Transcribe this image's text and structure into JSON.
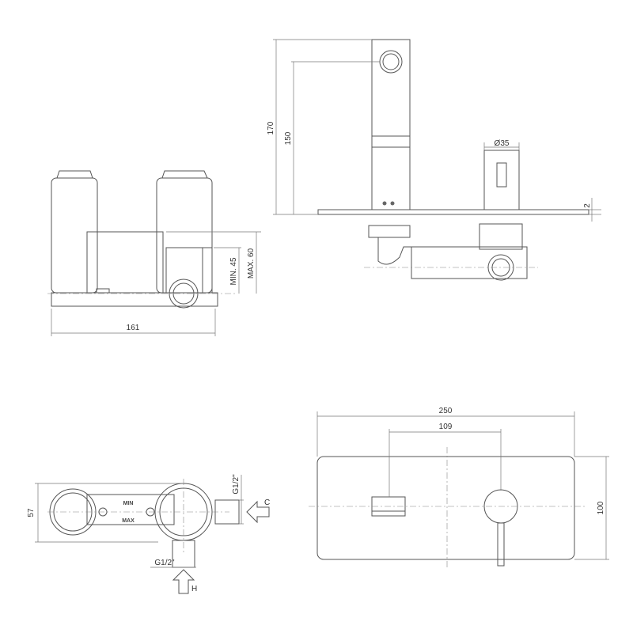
{
  "side_view": {
    "width": "161",
    "min_depth": "MIN. 45",
    "max_depth": "MAX. 60"
  },
  "front_profile": {
    "spout_height": "170",
    "spout_outlet_height": "150",
    "handle_diameter": "Ø35",
    "plate_thickness": "2"
  },
  "top_view": {
    "height": "57",
    "cold_connection": "G1/2\"",
    "hot_connection": "G1/2\"",
    "cold_label": "C",
    "hot_label": "H",
    "min_marking": "MIN",
    "max_marking": "MAX"
  },
  "front_plate": {
    "width": "250",
    "spacing": "109",
    "height": "100"
  }
}
